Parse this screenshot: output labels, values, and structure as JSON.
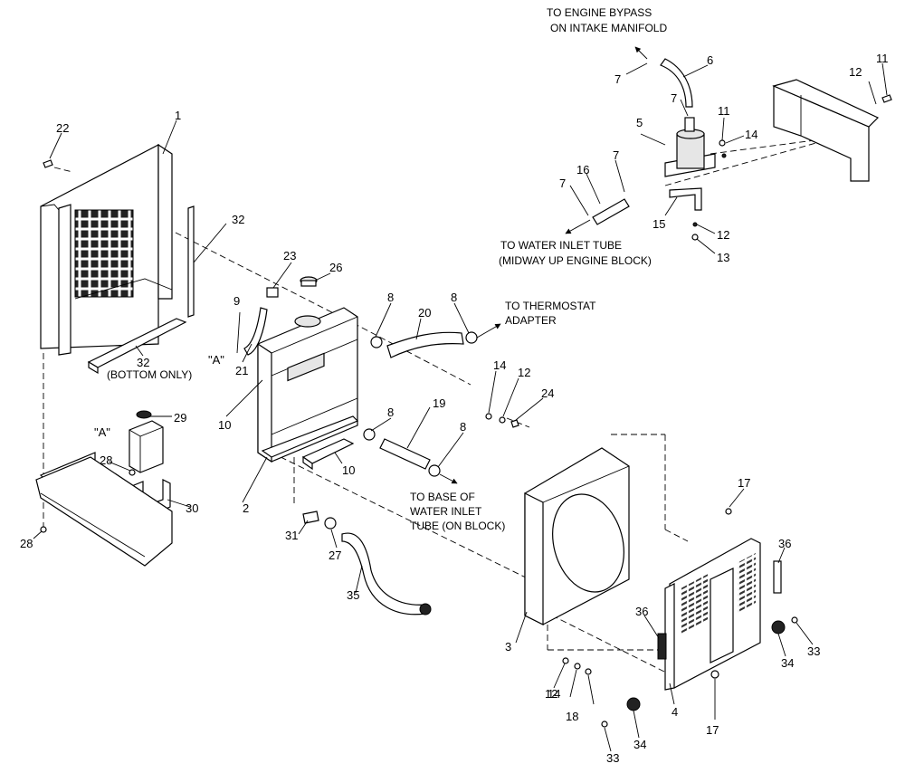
{
  "notes": {
    "engine_bypass": [
      "TO ENGINE BYPASS",
      "ON INTAKE MANIFOLD"
    ],
    "water_inlet_tube": [
      "TO WATER INLET TUBE",
      "(MIDWAY UP ENGINE BLOCK)"
    ],
    "thermostat": [
      "TO THERMOSTAT",
      "ADAPTER"
    ],
    "base_inlet": [
      "TO BASE OF",
      "WATER INLET",
      "TUBE (ON BLOCK)"
    ],
    "bottom_only": "(BOTTOM ONLY)",
    "ref_a_left": "\"A\"",
    "ref_a_tank": "\"A\""
  },
  "callouts": [
    {
      "id": "c1",
      "n": "1"
    },
    {
      "id": "c2",
      "n": "2"
    },
    {
      "id": "c3",
      "n": "3"
    },
    {
      "id": "c4",
      "n": "4"
    },
    {
      "id": "c5",
      "n": "5"
    },
    {
      "id": "c6",
      "n": "6"
    },
    {
      "id": "c7a",
      "n": "7"
    },
    {
      "id": "c7b",
      "n": "7"
    },
    {
      "id": "c7c",
      "n": "7"
    },
    {
      "id": "c7d",
      "n": "7"
    },
    {
      "id": "c8a",
      "n": "8"
    },
    {
      "id": "c8b",
      "n": "8"
    },
    {
      "id": "c8c",
      "n": "8"
    },
    {
      "id": "c8d",
      "n": "8"
    },
    {
      "id": "c9",
      "n": "9"
    },
    {
      "id": "c10a",
      "n": "10"
    },
    {
      "id": "c10b",
      "n": "10"
    },
    {
      "id": "c11a",
      "n": "11"
    },
    {
      "id": "c11b",
      "n": "11"
    },
    {
      "id": "c12a",
      "n": "12"
    },
    {
      "id": "c12b",
      "n": "12"
    },
    {
      "id": "c12c",
      "n": "12"
    },
    {
      "id": "c12d",
      "n": "12"
    },
    {
      "id": "c13",
      "n": "13"
    },
    {
      "id": "c14a",
      "n": "14"
    },
    {
      "id": "c14b",
      "n": "14"
    },
    {
      "id": "c14c",
      "n": "14"
    },
    {
      "id": "c15",
      "n": "15"
    },
    {
      "id": "c16",
      "n": "16"
    },
    {
      "id": "c17a",
      "n": "17"
    },
    {
      "id": "c17b",
      "n": "17"
    },
    {
      "id": "c18",
      "n": "18"
    },
    {
      "id": "c19",
      "n": "19"
    },
    {
      "id": "c20",
      "n": "20"
    },
    {
      "id": "c21",
      "n": "21"
    },
    {
      "id": "c22",
      "n": "22"
    },
    {
      "id": "c23",
      "n": "23"
    },
    {
      "id": "c24",
      "n": "24"
    },
    {
      "id": "c26",
      "n": "26"
    },
    {
      "id": "c27",
      "n": "27"
    },
    {
      "id": "c28a",
      "n": "28"
    },
    {
      "id": "c28b",
      "n": "28"
    },
    {
      "id": "c29",
      "n": "29"
    },
    {
      "id": "c30",
      "n": "30"
    },
    {
      "id": "c31",
      "n": "31"
    },
    {
      "id": "c32a",
      "n": "32"
    },
    {
      "id": "c32b",
      "n": "32"
    },
    {
      "id": "c33a",
      "n": "33"
    },
    {
      "id": "c33b",
      "n": "33"
    },
    {
      "id": "c34a",
      "n": "34"
    },
    {
      "id": "c34b",
      "n": "34"
    },
    {
      "id": "c35",
      "n": "35"
    },
    {
      "id": "c36a",
      "n": "36"
    },
    {
      "id": "c36b",
      "n": "36"
    }
  ]
}
